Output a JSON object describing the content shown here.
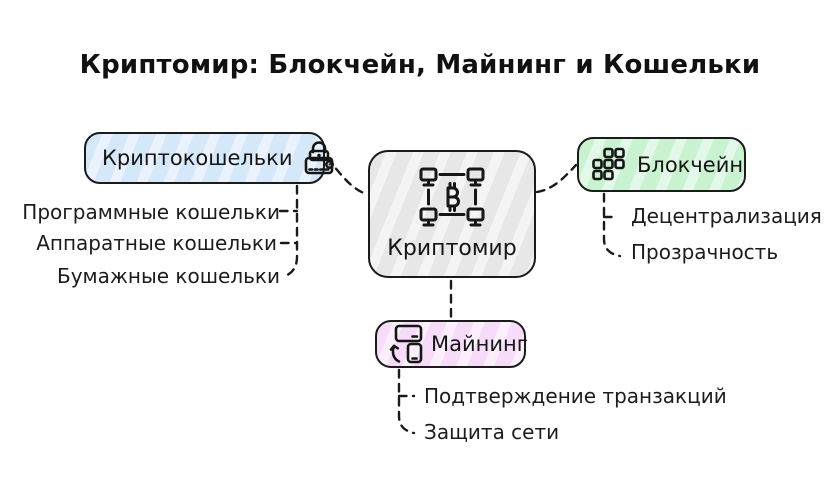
{
  "title": "Криптомир: Блокчейн, Майнинг и Кошельки",
  "center": {
    "label": "Криптомир",
    "icon": "network-bitcoin-icon",
    "colors": {
      "base": "#e7e7e7",
      "stripe": "#f4f4f4"
    }
  },
  "branches": [
    {
      "id": "wallets",
      "label": "Криптокошельки",
      "icon": "wallet-lock-icon",
      "colors": {
        "base": "#d5e8fa",
        "stripe": "#eaf3fd"
      },
      "children": [
        "Программные кошельки",
        "Аппаратные кошельки",
        "Бумажные кошельки"
      ]
    },
    {
      "id": "blockchain",
      "label": "Блокчейн",
      "icon": "blocks-icon",
      "colors": {
        "base": "#c9f2d0",
        "stripe": "#e3f8e8"
      },
      "children": [
        "Децентрализация",
        "Прозрачность"
      ]
    },
    {
      "id": "mining",
      "label": "Майнинг",
      "icon": "card-phone-icon",
      "colors": {
        "base": "#f6dcf8",
        "stripe": "#fbeffc"
      },
      "children": [
        "Подтверждение транзакций",
        "Защита сети"
      ]
    }
  ],
  "line_color": "#1a1a1a"
}
